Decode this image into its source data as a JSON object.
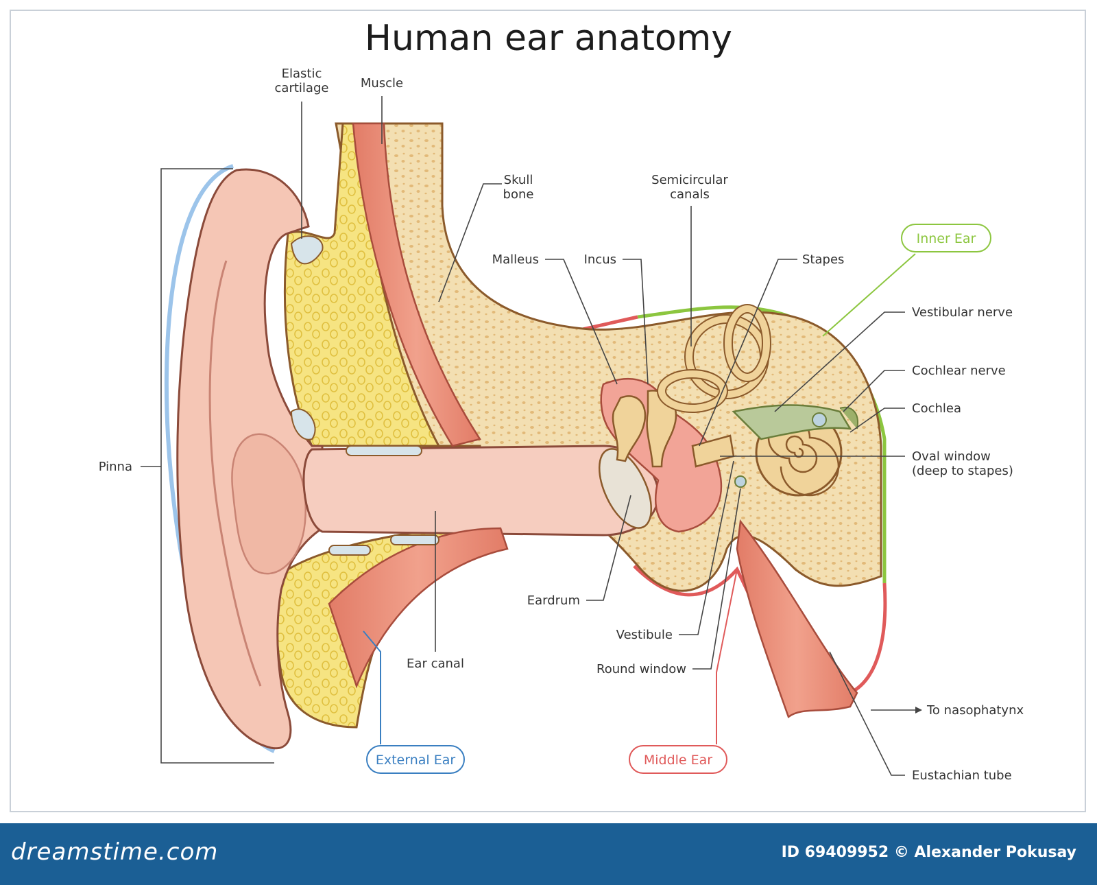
{
  "title": "Human ear anatomy",
  "labels": {
    "elastic_cartilage_1": "Elastic",
    "elastic_cartilage_2": "cartilage",
    "muscle": "Muscle",
    "skull_bone_1": "Skull",
    "skull_bone_2": "bone",
    "semicircular_1": "Semicircular",
    "semicircular_2": "canals",
    "malleus": "Malleus",
    "incus": "Incus",
    "stapes": "Stapes",
    "vestibular_nerve": "Vestibular nerve",
    "cochlear_nerve": "Cochlear nerve",
    "cochlea": "Cochlea",
    "oval_window_1": "Oval window",
    "oval_window_2": "(deep to stapes)",
    "pinna": "Pinna",
    "eardrum": "Eardrum",
    "vestibule": "Vestibule",
    "round_window": "Round window",
    "ear_canal": "Ear canal",
    "to_nasopharynx": "To nasophatynx",
    "eustachian_tube": "Eustachian tube"
  },
  "regions": {
    "inner_ear": "Inner Ear",
    "external_ear": "External Ear",
    "middle_ear": "Middle Ear"
  },
  "colors": {
    "inner_ear": "#8cc63f",
    "external_ear": "#3a7fc1",
    "middle_ear": "#e05a5a",
    "skin": "#f2c1b0",
    "bone": "#f2ddb0",
    "cartilage_fat": "#f6e27a",
    "muscle": "#e8907a",
    "footer": "#1b5f95"
  },
  "footer": {
    "logo": "dreamstime.com",
    "credit": "ID 69409952 © Alexander Pokusay"
  }
}
